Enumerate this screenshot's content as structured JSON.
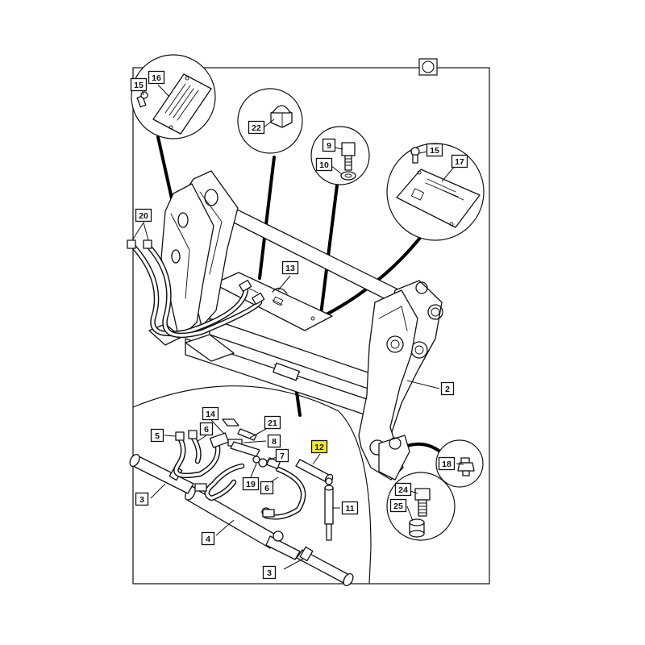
{
  "diagram": {
    "highlight_color": "#f7ef1e",
    "line_color": "#111111",
    "callouts": [
      {
        "label": "16",
        "name": "callout-16",
        "highlighted": false
      },
      {
        "label": "15",
        "name": "callout-15-top",
        "highlighted": false
      },
      {
        "label": "22",
        "name": "callout-22",
        "highlighted": false
      },
      {
        "label": "9",
        "name": "callout-9",
        "highlighted": false
      },
      {
        "label": "10",
        "name": "callout-10",
        "highlighted": false
      },
      {
        "label": "15",
        "name": "callout-15-right",
        "highlighted": false
      },
      {
        "label": "17",
        "name": "callout-17",
        "highlighted": false
      },
      {
        "label": "20",
        "name": "callout-20",
        "highlighted": false
      },
      {
        "label": "13",
        "name": "callout-13",
        "highlighted": false
      },
      {
        "label": "2",
        "name": "callout-2",
        "highlighted": false
      },
      {
        "label": "14",
        "name": "callout-14",
        "highlighted": false
      },
      {
        "label": "21",
        "name": "callout-21",
        "highlighted": false
      },
      {
        "label": "5",
        "name": "callout-5",
        "highlighted": false
      },
      {
        "label": "6",
        "name": "callout-6-top",
        "highlighted": false
      },
      {
        "label": "8",
        "name": "callout-8",
        "highlighted": false
      },
      {
        "label": "7",
        "name": "callout-7",
        "highlighted": false
      },
      {
        "label": "12",
        "name": "callout-12",
        "highlighted": true
      },
      {
        "label": "19",
        "name": "callout-19",
        "highlighted": false
      },
      {
        "label": "6",
        "name": "callout-6-bottom",
        "highlighted": false
      },
      {
        "label": "3",
        "name": "callout-3-left",
        "highlighted": false
      },
      {
        "label": "11",
        "name": "callout-11",
        "highlighted": false
      },
      {
        "label": "4",
        "name": "callout-4",
        "highlighted": false
      },
      {
        "label": "3",
        "name": "callout-3-bottom",
        "highlighted": false
      },
      {
        "label": "18",
        "name": "callout-18",
        "highlighted": false
      },
      {
        "label": "24",
        "name": "callout-24",
        "highlighted": false
      },
      {
        "label": "25",
        "name": "callout-25",
        "highlighted": false
      }
    ]
  }
}
